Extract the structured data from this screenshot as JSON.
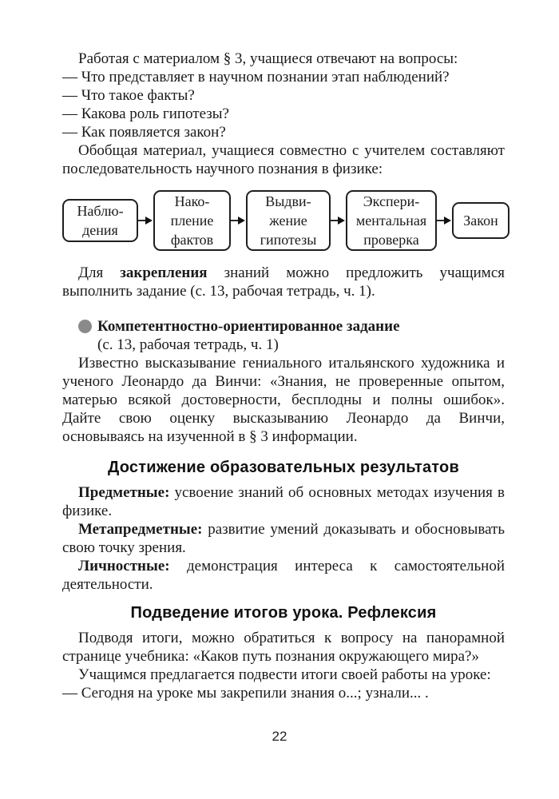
{
  "page": {
    "number": "22"
  },
  "colors": {
    "text": "#1a1a1a",
    "box_border": "#1f1f1f",
    "bullet_gray": "#8a8a8a"
  },
  "intro": {
    "lead": "Работая с материалом § 3, учащиеся отвечают на вопросы:",
    "questions": [
      "— Что представляет в научном познании этап наблюдений?",
      "— Что такое факты?",
      "— Какова роль гипотезы?",
      "— Как появляется закон?"
    ],
    "summary": "Обобщая материал, учащиеся совместно с учителем составляют последовательность научного познания в физике:"
  },
  "flowchart": {
    "steps": [
      {
        "lines": [
          "Наблю-",
          "дения"
        ]
      },
      {
        "lines": [
          "Нако-",
          "пление",
          "фактов"
        ]
      },
      {
        "lines": [
          "Выдви-",
          "жение",
          "гипотезы"
        ]
      },
      {
        "lines": [
          "Экспери-",
          "ментальная",
          "проверка"
        ]
      },
      {
        "lines": [
          "Закон"
        ]
      }
    ]
  },
  "consolidation": {
    "prefix": "Для ",
    "bold": "закрепления",
    "rest": " знаний можно предложить учащимся выполнить задание (с. 13, рабочая тетрадь, ч. 1)."
  },
  "competency_task": {
    "title": "Компетентностно-ориентированное задание",
    "subtitle": "(с. 13, рабочая тетрадь, ч. 1)",
    "body": "Известно высказывание гениального итальянского художника и ученого Леонардо да Винчи: «Знания, не проверенные опытом, матерью всякой достоверности, бесплодны и полны ошибок». Дайте свою оценку высказыванию Леонардо да Винчи, основываясь на изученной в § 3 информации."
  },
  "results_section": {
    "heading": "Достижение образовательных результатов",
    "items": [
      {
        "label": "Предметные:",
        "text": " усвоение знаний об основных методах изучения в физике."
      },
      {
        "label": "Метапредметные:",
        "text": " развитие умений доказывать и обосновывать свою точку зрения."
      },
      {
        "label": "Личностные:",
        "text": " демонстрация интереса к самостоятельной деятельности."
      }
    ]
  },
  "reflection_section": {
    "heading": "Подведение итогов урока. Рефлексия",
    "para1": "Подводя итоги, можно обратиться к вопросу на панорамной странице учебника: «Каков путь познания окружающего мира?»",
    "para2": "Учащимся предлагается подвести итоги своей работы на уроке:",
    "para3": "— Сегодня на уроке мы закрепили знания о...; узнали... ."
  }
}
